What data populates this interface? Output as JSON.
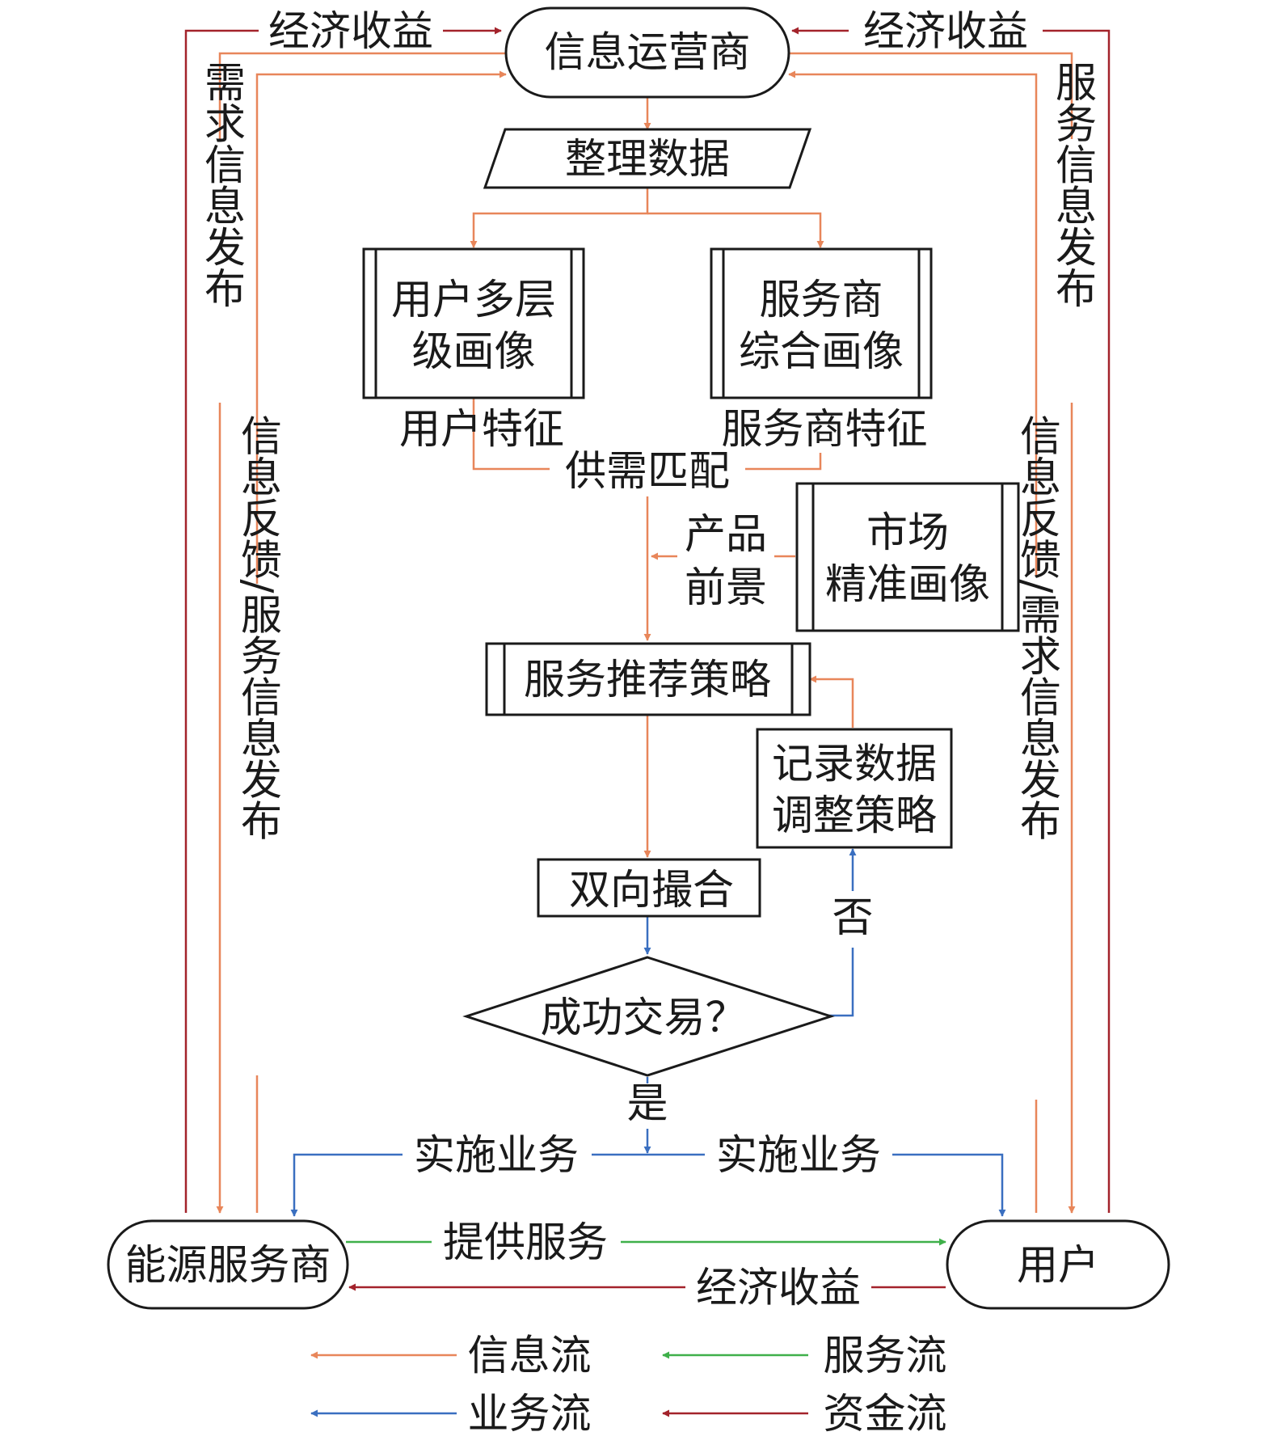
{
  "colors": {
    "info": "#e8865a",
    "service": "#3fb04a",
    "business": "#3a6fc0",
    "capital": "#a3232b"
  },
  "nodes": {
    "operator": "信息运营商",
    "organize": "整理数据",
    "user_portrait_1": "用户多层",
    "user_portrait_2": "级画像",
    "provider_portrait_1": "服务商",
    "provider_portrait_2": "综合画像",
    "market_portrait_1": "市场",
    "market_portrait_2": "精准画像",
    "strategy": "服务推荐策略",
    "record_1": "记录数据",
    "record_2": "调整策略",
    "matching": "双向撮合",
    "decision": "成功交易？",
    "provider": "能源服务商",
    "user": "用户"
  },
  "labels": {
    "econ_left": "经济收益",
    "econ_right": "经济收益",
    "econ_bottom": "经济收益",
    "demand_publish": "需求信息发布",
    "service_publish": "服务信息发布",
    "feedback_left": "信息反馈/服务信息发布",
    "feedback_right": "信息反馈/需求信息发布",
    "user_feature": "用户特征",
    "provider_feature": "服务商特征",
    "supply_demand": "供需匹配",
    "prospect_1": "产品",
    "prospect_2": "前景",
    "no": "否",
    "yes": "是",
    "implement_left": "实施业务",
    "implement_right": "实施业务",
    "provide_service": "提供服务"
  },
  "legend": [
    {
      "label": "信息流",
      "color": "#e8865a"
    },
    {
      "label": "服务流",
      "color": "#3fb04a"
    },
    {
      "label": "业务流",
      "color": "#3a6fc0"
    },
    {
      "label": "资金流",
      "color": "#a3232b"
    }
  ]
}
